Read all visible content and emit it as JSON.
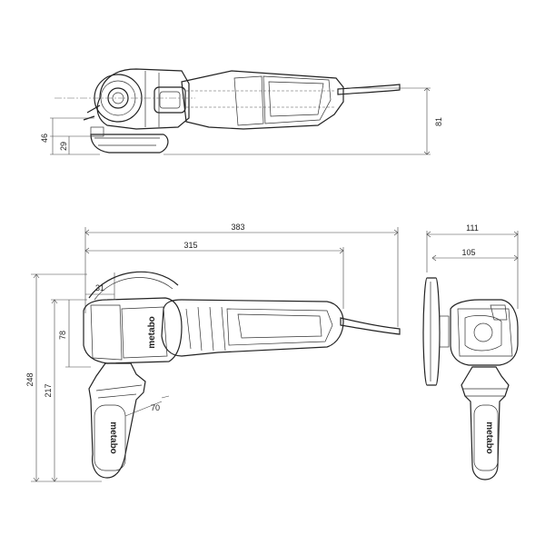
{
  "dimensions": {
    "side_total_height": "81",
    "side_height_46": "46",
    "side_height_29": "29",
    "top_length_total": "383",
    "top_length_body": "315",
    "top_offset_31": "31",
    "top_height_78": "78",
    "top_height_248": "248",
    "top_height_217": "217",
    "handle_70": "70",
    "front_width_111": "111",
    "front_width_105": "105"
  },
  "branding": {
    "body_logo": "metabo",
    "handle_logo_top": "metabo",
    "handle_logo_front": "metabo"
  },
  "colors": {
    "line": "#222222",
    "background": "#ffffff"
  }
}
